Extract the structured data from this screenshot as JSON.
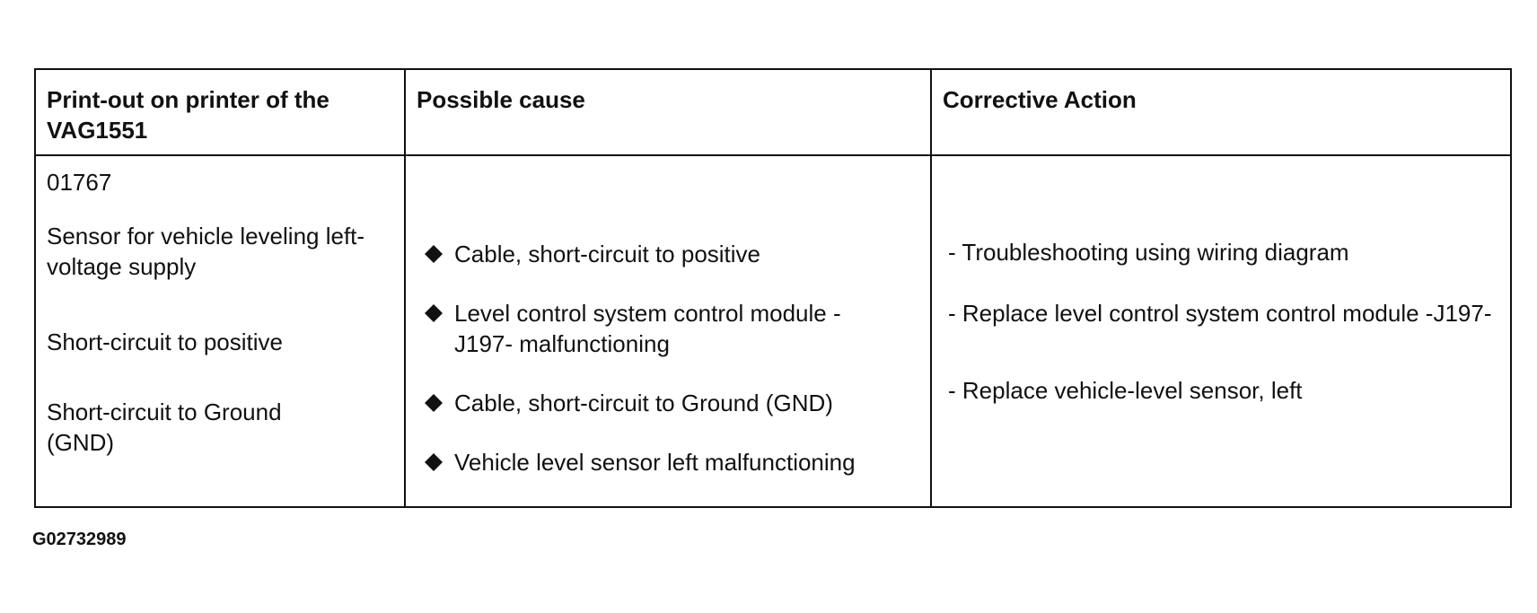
{
  "table": {
    "headers": [
      "Print-out on printer of the VAG1551",
      "Possible cause",
      "Corrective Action"
    ],
    "printout": {
      "code": "01767",
      "description": "Sensor for vehicle leveling left-voltage supply",
      "condition_1": "Short-circuit to positive",
      "condition_2": "Short-circuit to Ground (GND)"
    },
    "causes": [
      "Cable, short-circuit to positive",
      "Level control system control module -J197- malfunctioning",
      "Cable, short-circuit to Ground (GND)",
      "Vehicle level sensor left malfunctioning"
    ],
    "actions": [
      "- Troubleshooting using wiring diagram",
      "- Replace level control system control module -J197-",
      "- Replace vehicle-level sensor, left"
    ]
  },
  "figure_id": "G02732989",
  "icons": {
    "bullet": "diamond-bullet-icon"
  },
  "colors": {
    "ink": "#111111",
    "background": "#ffffff"
  }
}
